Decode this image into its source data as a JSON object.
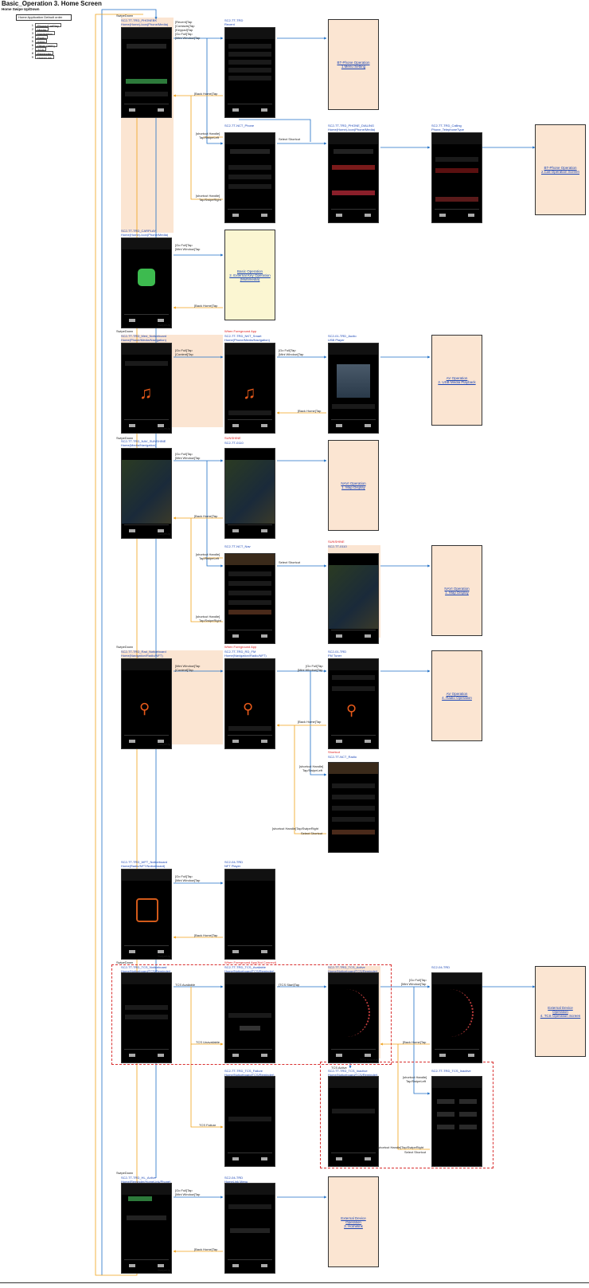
{
  "title": "Basic_Operation   3. Home Screen",
  "subtitle": "Home Swipe Up/Down",
  "legend": {
    "header": "Home Application Default order",
    "items": [
      {
        "num": "1",
        "label": "Phone/CarPlay"
      },
      {
        "num": "2",
        "label": "Media"
      },
      {
        "num": "3",
        "label": "Navigation"
      },
      {
        "num": "4",
        "label": "Radio"
      },
      {
        "num": "5",
        "label": "SXM"
      },
      {
        "num": "6",
        "label": "Other (WiFi)"
      },
      {
        "num": "7",
        "label": "TCS"
      },
      {
        "num": "8",
        "label": "Reminder"
      },
      {
        "num": "9",
        "label": "HomeLink"
      }
    ]
  },
  "screens": [
    {
      "id": "s1",
      "caption": "SC2-TT-TRD_PHONEBK",
      "subcaption": "Home(Home)-Icon(Phone/Media)"
    },
    {
      "id": "s2",
      "caption": "SC2-TT-TRD",
      "subcaption": "Recent"
    },
    {
      "id": "s3",
      "caption": "SC2-TT-NCT_Phone",
      "subcaption": ""
    },
    {
      "id": "s4",
      "caption": "SC2-TT-TRD_PHONE_DIALING",
      "subcaption": "Home(Home)-Icon(Phone/Media)"
    },
    {
      "id": "s5",
      "caption": "SC2-TT-TRD_Calling",
      "subcaption": "Phone_TelephoneType"
    },
    {
      "id": "s6",
      "caption": "SC2-TT-TRD_CARPLAY",
      "subcaption": "Home(Home)-Icon(Phone/Media)"
    },
    {
      "id": "s7",
      "caption": "SC2-TT-TRD_Med_Noticeboard",
      "subcaption": "Home(Phone/Media/Navigation)"
    },
    {
      "id": "s8",
      "caption": "SC2-TT-TRD_NKT_Smart",
      "subcaption": "Home(Phone/Media/Navigation)"
    },
    {
      "id": "s9",
      "caption": "SC2-01-TRD_Audio",
      "subcaption": "USB Player"
    },
    {
      "id": "s10",
      "caption": "SC2-TT-TRD_NAV_SUNSHINE",
      "subcaption": "Home(Media/Navigation)"
    },
    {
      "id": "s11",
      "caption": "SC2-TT-0110",
      "subcaption": ""
    },
    {
      "id": "s12",
      "caption": "SC2-TT-NCT_Nav",
      "subcaption": ""
    },
    {
      "id": "s13",
      "caption": "SC2-TT-0110",
      "subcaption": ""
    },
    {
      "id": "s14",
      "caption": "SC2-TT-TRD_Rad_Noticeboard",
      "subcaption": "Home(Navigation/Radio/NFT)"
    },
    {
      "id": "s15",
      "caption": "SC2-TT-TRD_RD_FM",
      "subcaption": "Home(Navigation/Radio/NFT)"
    },
    {
      "id": "s16",
      "caption": "SC2-01-TRD",
      "subcaption": "FM Tuner"
    },
    {
      "id": "s17",
      "caption": "SC2-TT-NCT_Radio",
      "subcaption": ""
    },
    {
      "id": "s18",
      "caption": "SC2-TT-TRD_WFT_Noticeboard",
      "subcaption": "Home(Radio/NFT/Noticeboard)"
    },
    {
      "id": "s19",
      "caption": "SC2-04-TRD",
      "subcaption": "NFT Player"
    },
    {
      "id": "s20",
      "caption": "SC2-TT-TRD_TCS_Noticeboard",
      "subcaption": "Home(Noticeboard/TCS/Reminder)"
    },
    {
      "id": "s21",
      "caption": "SC2-TT-TRD_TCS_Available",
      "subcaption": "Home(Noticeboard/TCS/Reminder)"
    },
    {
      "id": "s22",
      "caption": "SC2-TT-TRD_TCS_Active",
      "subcaption": "Home(Noticeboard/TCS/Reminder)"
    },
    {
      "id": "s23",
      "caption": "SC2-04-TRD",
      "subcaption": ""
    },
    {
      "id": "s24",
      "caption": "SC2-TT-TRD_TCS_Failure",
      "subcaption": "Home(Noticeboard/TCS/Reminder)"
    },
    {
      "id": "s25",
      "caption": "SC2-TT-TRD_TCS_Inactive",
      "subcaption": "Home(Noticeboard/TCS/Reminder)"
    },
    {
      "id": "s26",
      "caption": "SC2-TT-TRD_TCS_Inactive",
      "subcaption": ""
    },
    {
      "id": "s27",
      "caption": "SC2-TT-TRD_HL_Active",
      "subcaption": "Home(Reminder/HomeLink/Phone)"
    },
    {
      "id": "s28",
      "caption": "SC2-04-TRD",
      "subcaption": "HomeLink Menu"
    }
  ],
  "destinations": {
    "d1": [
      "BT-Phone Operation",
      "1.Menu Setting"
    ],
    "d2": [
      "BT-Phone Operation",
      "2.Call Operation Screen"
    ],
    "d3": [
      "Basic Operation",
      "2. External Key Operation",
      "(Multimedia)"
    ],
    "d4": [
      "AV Operation",
      "2. USB Media Playback"
    ],
    "d5": [
      "NAVI Operation",
      "1. Map Display"
    ],
    "d6": [
      "NAVI Operation",
      "1. Map Display"
    ],
    "d7": [
      "AV Operation",
      "4. Radio Operation"
    ],
    "d8": [
      "External Device",
      "Operation",
      "4. TCS Operation Screen"
    ],
    "d9": [
      "External Device",
      "Operation",
      "3. Homelink"
    ]
  },
  "transitions": {
    "swipe_down": "SwipeDown",
    "swipe_up": "SwipeUp",
    "go_full_tap": "[Go Full]Tap",
    "mini_window_tap": "[Mini Window]Tap",
    "back_home_tap": "[Back Home]Tap",
    "recent_tap": "[Recent]Tap",
    "contacts_tap": "[Contacts]Tap",
    "keypad_tap": "[Keypad]Tap",
    "shortcut_handle": "[shortcut Handle]",
    "tap_swipe_left": "Tap/SwipeLeft",
    "tap_swipe_right": "Tap/SwipeRight",
    "select_shortcut": "Select Shortcut",
    "content_tap": "[Content]Tap",
    "shortcut_handle_tap_swipe_right": "[shortcut Handle]Tap/SwipeRight",
    "tcs_available": "TCS Available",
    "tcs_unavailable": "TCS Unavailable",
    "tcs_failure": "TCS Failure",
    "tcs_active": "TCS Active",
    "tcs_inactive": "TCS Inactive",
    "tcs_start_tap": "[TCS Start]Tap"
  },
  "notes": {
    "when_foreground_app": "When Foreground App",
    "sunshine": "SUNSHINE",
    "shortcut": "Shortcut",
    "when_foreground_app_tcs": "When Foreground App(Not Connect)"
  },
  "colors": {
    "arrow_blue": "#1f6fc6",
    "arrow_orange": "#f0a21a",
    "peach": "#fbe5d2",
    "yellow": "#fbf6d2",
    "note_red": "#e02020"
  }
}
